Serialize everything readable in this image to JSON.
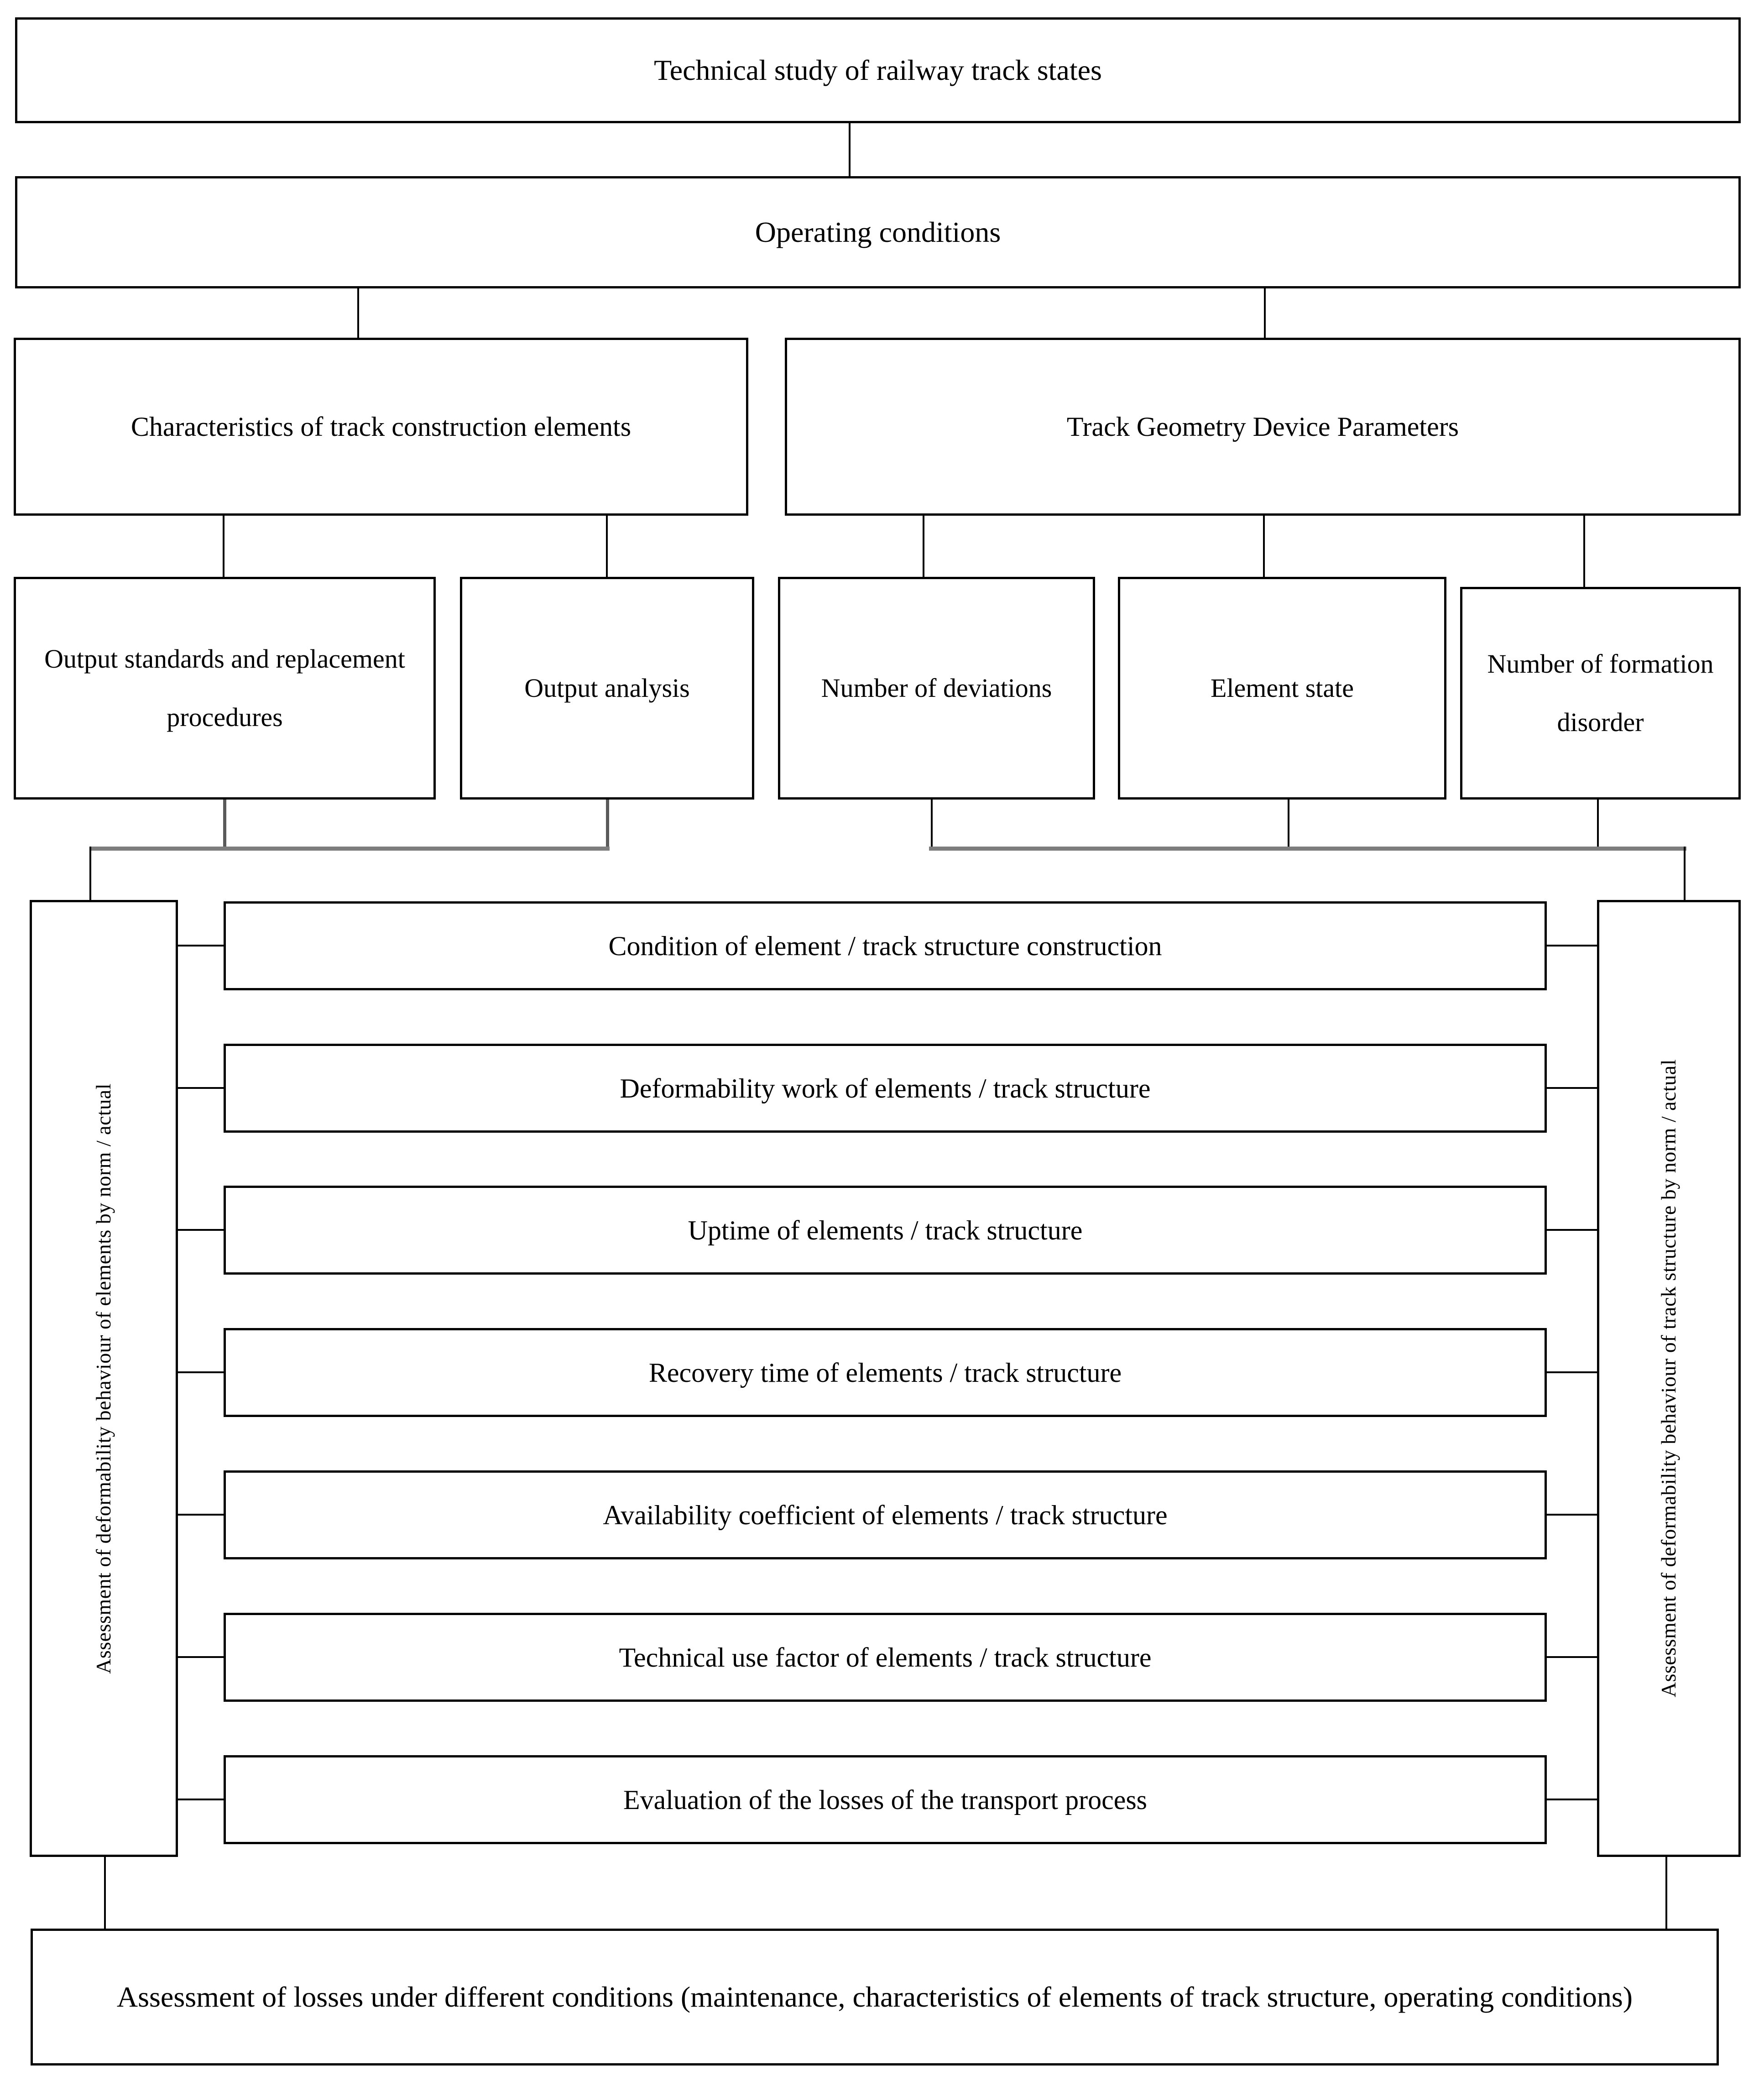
{
  "diagram": {
    "title": "Technical study of railway track states",
    "level1": {
      "label": "Technical study of railway track states"
    },
    "level2": {
      "label": "Operating conditions"
    },
    "level3": [
      {
        "label": "Characteristics of track construction elements"
      },
      {
        "label": "Track Geometry Device Parameters"
      }
    ],
    "level4": [
      {
        "label": "Output standards and replacement procedures"
      },
      {
        "label": "Output analysis"
      },
      {
        "label": "Number of deviations"
      },
      {
        "label": "Element state"
      },
      {
        "label": "Number of formation disorder"
      }
    ],
    "side_labels": {
      "left": "Assessment of deformability behaviour of elements by norm / actual",
      "right": "Assessment of deformability behaviour of track structure by norm / actual"
    },
    "metrics": [
      {
        "label": "Condition of element / track structure construction"
      },
      {
        "label": "Deformability work of elements / track structure"
      },
      {
        "label": "Uptime of elements / track structure"
      },
      {
        "label": "Recovery time of elements / track structure"
      },
      {
        "label": "Availability coefficient of elements / track structure"
      },
      {
        "label": "Technical use factor of elements / track structure"
      },
      {
        "label": "Evaluation of the losses of the transport process"
      }
    ],
    "footer": {
      "label": "Assessment of losses under different conditions (maintenance, characteristics of elements of track structure, operating conditions)"
    },
    "colors": {
      "stroke": "#000000",
      "bus": "#7d7d7d",
      "background": "#ffffff"
    }
  }
}
